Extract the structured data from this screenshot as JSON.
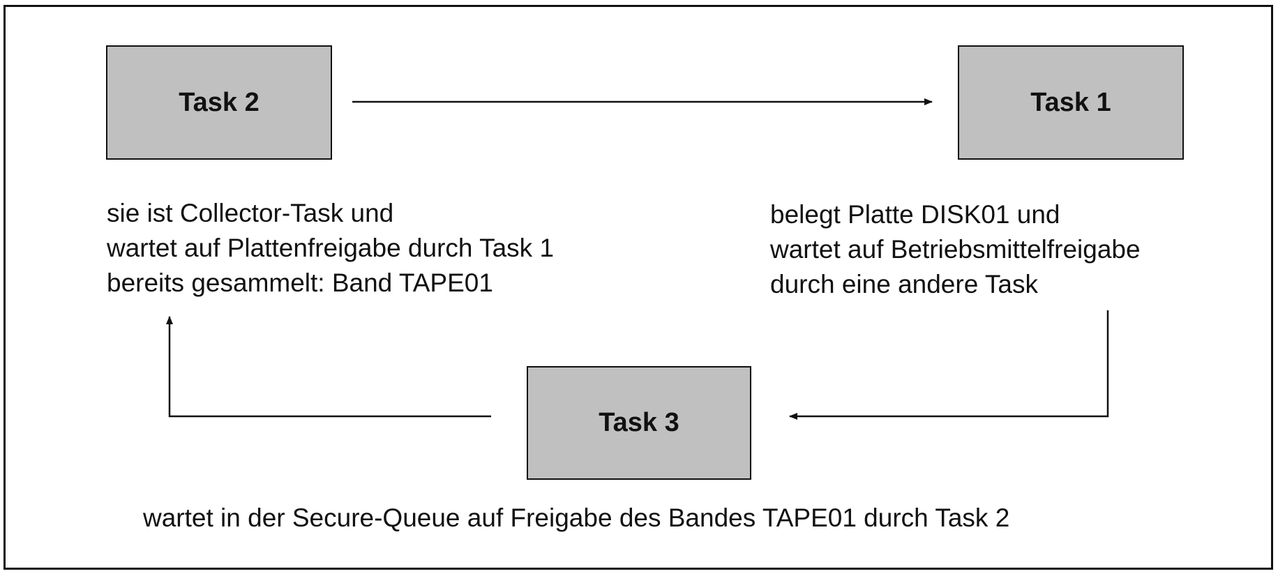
{
  "task2": {
    "label": "Task 2",
    "lines": [
      "sie ist Collector-Task und",
      "wartet auf Plattenfreigabe durch Task 1",
      "bereits gesammelt: Band TAPE01"
    ]
  },
  "task1": {
    "label": "Task 1",
    "lines": [
      "belegt Platte DISK01 und",
      "wartet auf Betriebsmittelfreigabe",
      "durch eine andere Task"
    ]
  },
  "task3": {
    "label": "Task 3",
    "caption": "wartet in der Secure-Queue auf Freigabe des Bandes TAPE01 durch Task 2"
  },
  "colors": {
    "box_fill": "#c0c0c0",
    "line": "#111111",
    "background": "#ffffff"
  }
}
